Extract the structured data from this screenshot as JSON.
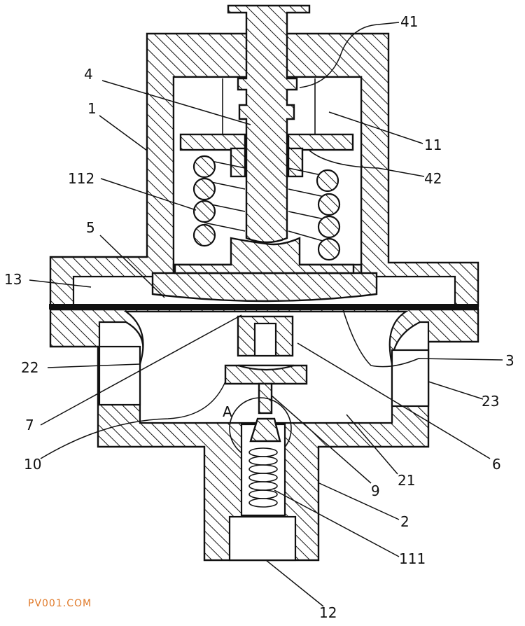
{
  "labels": {
    "l41": "41",
    "l4": "4",
    "l1": "1",
    "l11": "11",
    "l42": "42",
    "l112": "112",
    "l5": "5",
    "l13": "13",
    "l3": "3",
    "l22": "22",
    "l23": "23",
    "l7": "7",
    "l6": "6",
    "lA": "A",
    "l10": "10",
    "l21": "21",
    "l9": "9",
    "l2": "2",
    "l111": "111",
    "l12": "12"
  },
  "watermark": "PV001.COM",
  "colors": {
    "ink": "#111111",
    "watermark": "#e07a2a",
    "background": "#ffffff"
  }
}
